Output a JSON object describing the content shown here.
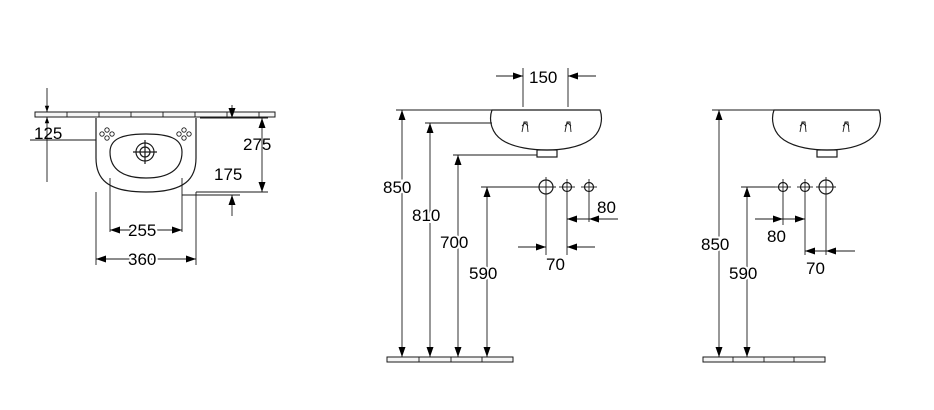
{
  "views": {
    "top": {
      "dims": {
        "d125": "125",
        "d275": "275",
        "d175": "175",
        "d255": "255",
        "d360": "360"
      }
    },
    "front_left": {
      "dims": {
        "d150": "150",
        "d850": "850",
        "d810": "810",
        "d700": "700",
        "d590": "590",
        "d80": "80",
        "d70": "70"
      }
    },
    "front_right": {
      "dims": {
        "d850": "850",
        "d590": "590",
        "d80": "80",
        "d70": "70"
      }
    }
  },
  "colors": {
    "line": "#1a1a1a",
    "background": "#ffffff"
  }
}
